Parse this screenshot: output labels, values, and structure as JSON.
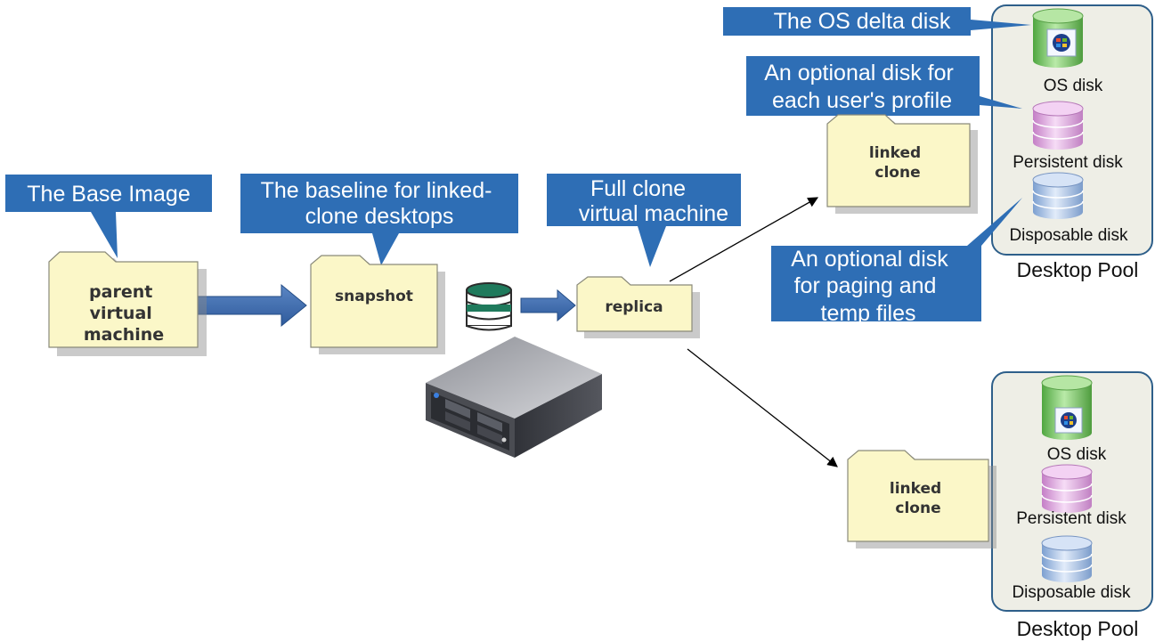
{
  "callouts": {
    "base_image": [
      "The Base Image"
    ],
    "baseline": [
      "The baseline for linked-",
      "clone desktops"
    ],
    "full_clone": [
      "Full clone",
      "virtual machine"
    ],
    "os_delta": [
      "The OS delta disk"
    ],
    "profile_disk": [
      "An optional disk for",
      "each user's profile"
    ],
    "paging_disk": [
      "An optional disk",
      "for paging and",
      "temp files"
    ]
  },
  "folders": {
    "parent": [
      "parent",
      "virtual",
      "machine"
    ],
    "snapshot": [
      "snapshot"
    ],
    "replica": [
      "replica"
    ],
    "linked_top": [
      "linked",
      "clone"
    ],
    "linked_bottom": [
      "linked",
      "clone"
    ]
  },
  "disk_labels": {
    "os": "OS disk",
    "persistent": "Persistent disk",
    "disposable": "Disposable disk"
  },
  "pool_label": "Desktop Pool",
  "icons": [
    "database-icon",
    "server-icon",
    "windows-logo-icon",
    "disk-cylinder-icon",
    "folder-icon"
  ],
  "colors": {
    "callout": "#2e6eb5",
    "folder": "#fbf7c8",
    "pool_border": "#2e5f8a",
    "pool_bg": "#eeeee6",
    "os_disk": "#7cc96a",
    "persistent_disk": "#e6b4e6",
    "disposable_disk": "#a9c4e8"
  }
}
